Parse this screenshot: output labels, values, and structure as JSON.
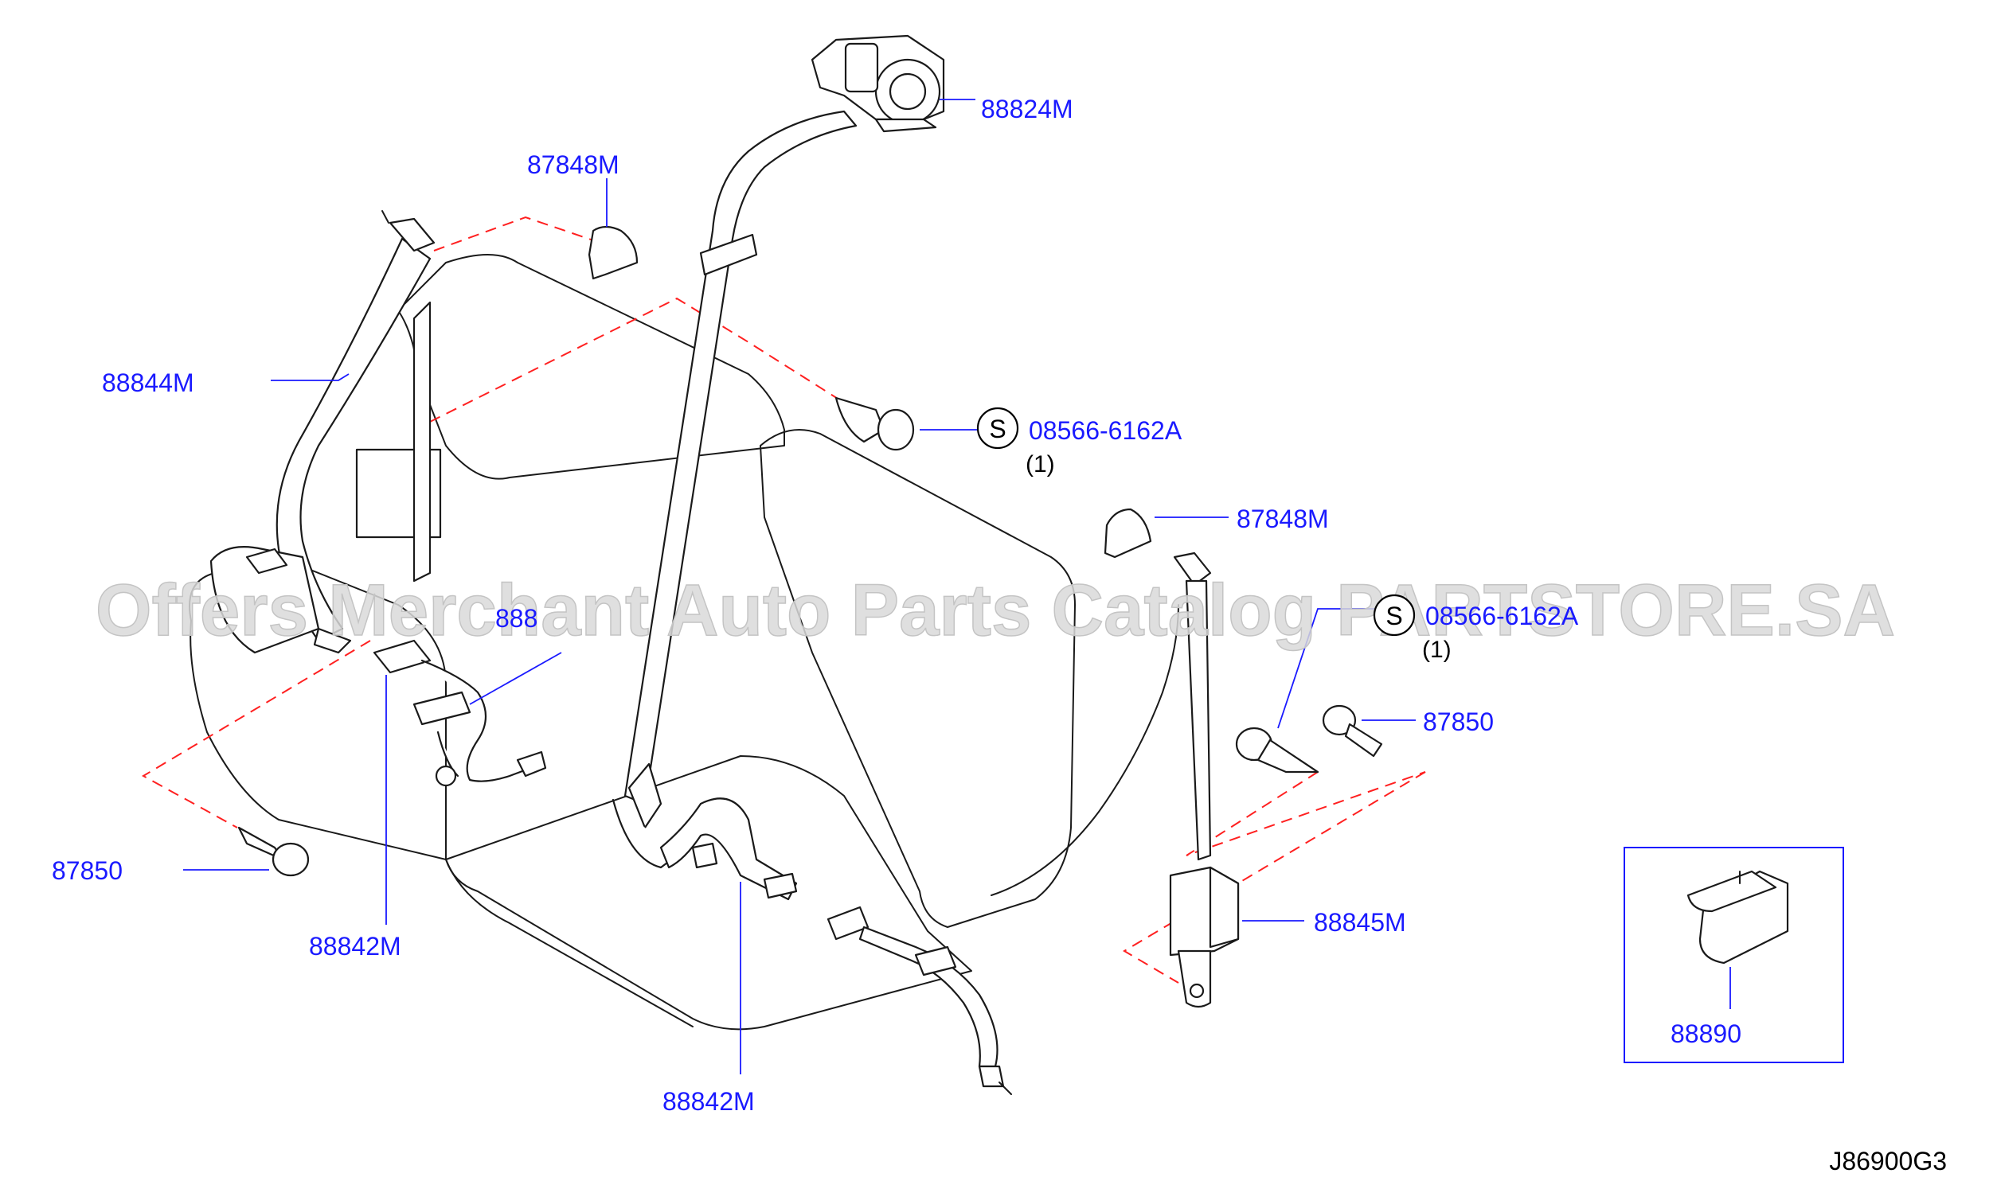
{
  "callouts": {
    "retractor_upper": "88824M",
    "cover_top_left": "87848M",
    "belt_left": "88844M",
    "std_part_clip_center": "08566-6162A",
    "qty_center": "(1)",
    "cover_right": "87848M",
    "buckle_left": "888",
    "std_part_clip_right": "08566-6162A",
    "qty_right": "(1)",
    "bolt_right": "87850",
    "bolt_left": "87850",
    "buckle_lower_left": "88842M",
    "retractor_lower_right": "88845M",
    "buckle_lower_center": "88842M",
    "clip_inset": "88890"
  },
  "std_marks": {
    "center": "S",
    "right": "S"
  },
  "watermark": "Offers Merchant Auto Parts Catalog PARTSTORE.SA",
  "diagram_code": "J86900G3",
  "colors": {
    "callout_text": "#1a1aff",
    "leader_line": "#1a1aff",
    "dashed_guide": "#ff2020",
    "drawing": "#1a1a1a",
    "watermark": "#d9d9d9"
  }
}
